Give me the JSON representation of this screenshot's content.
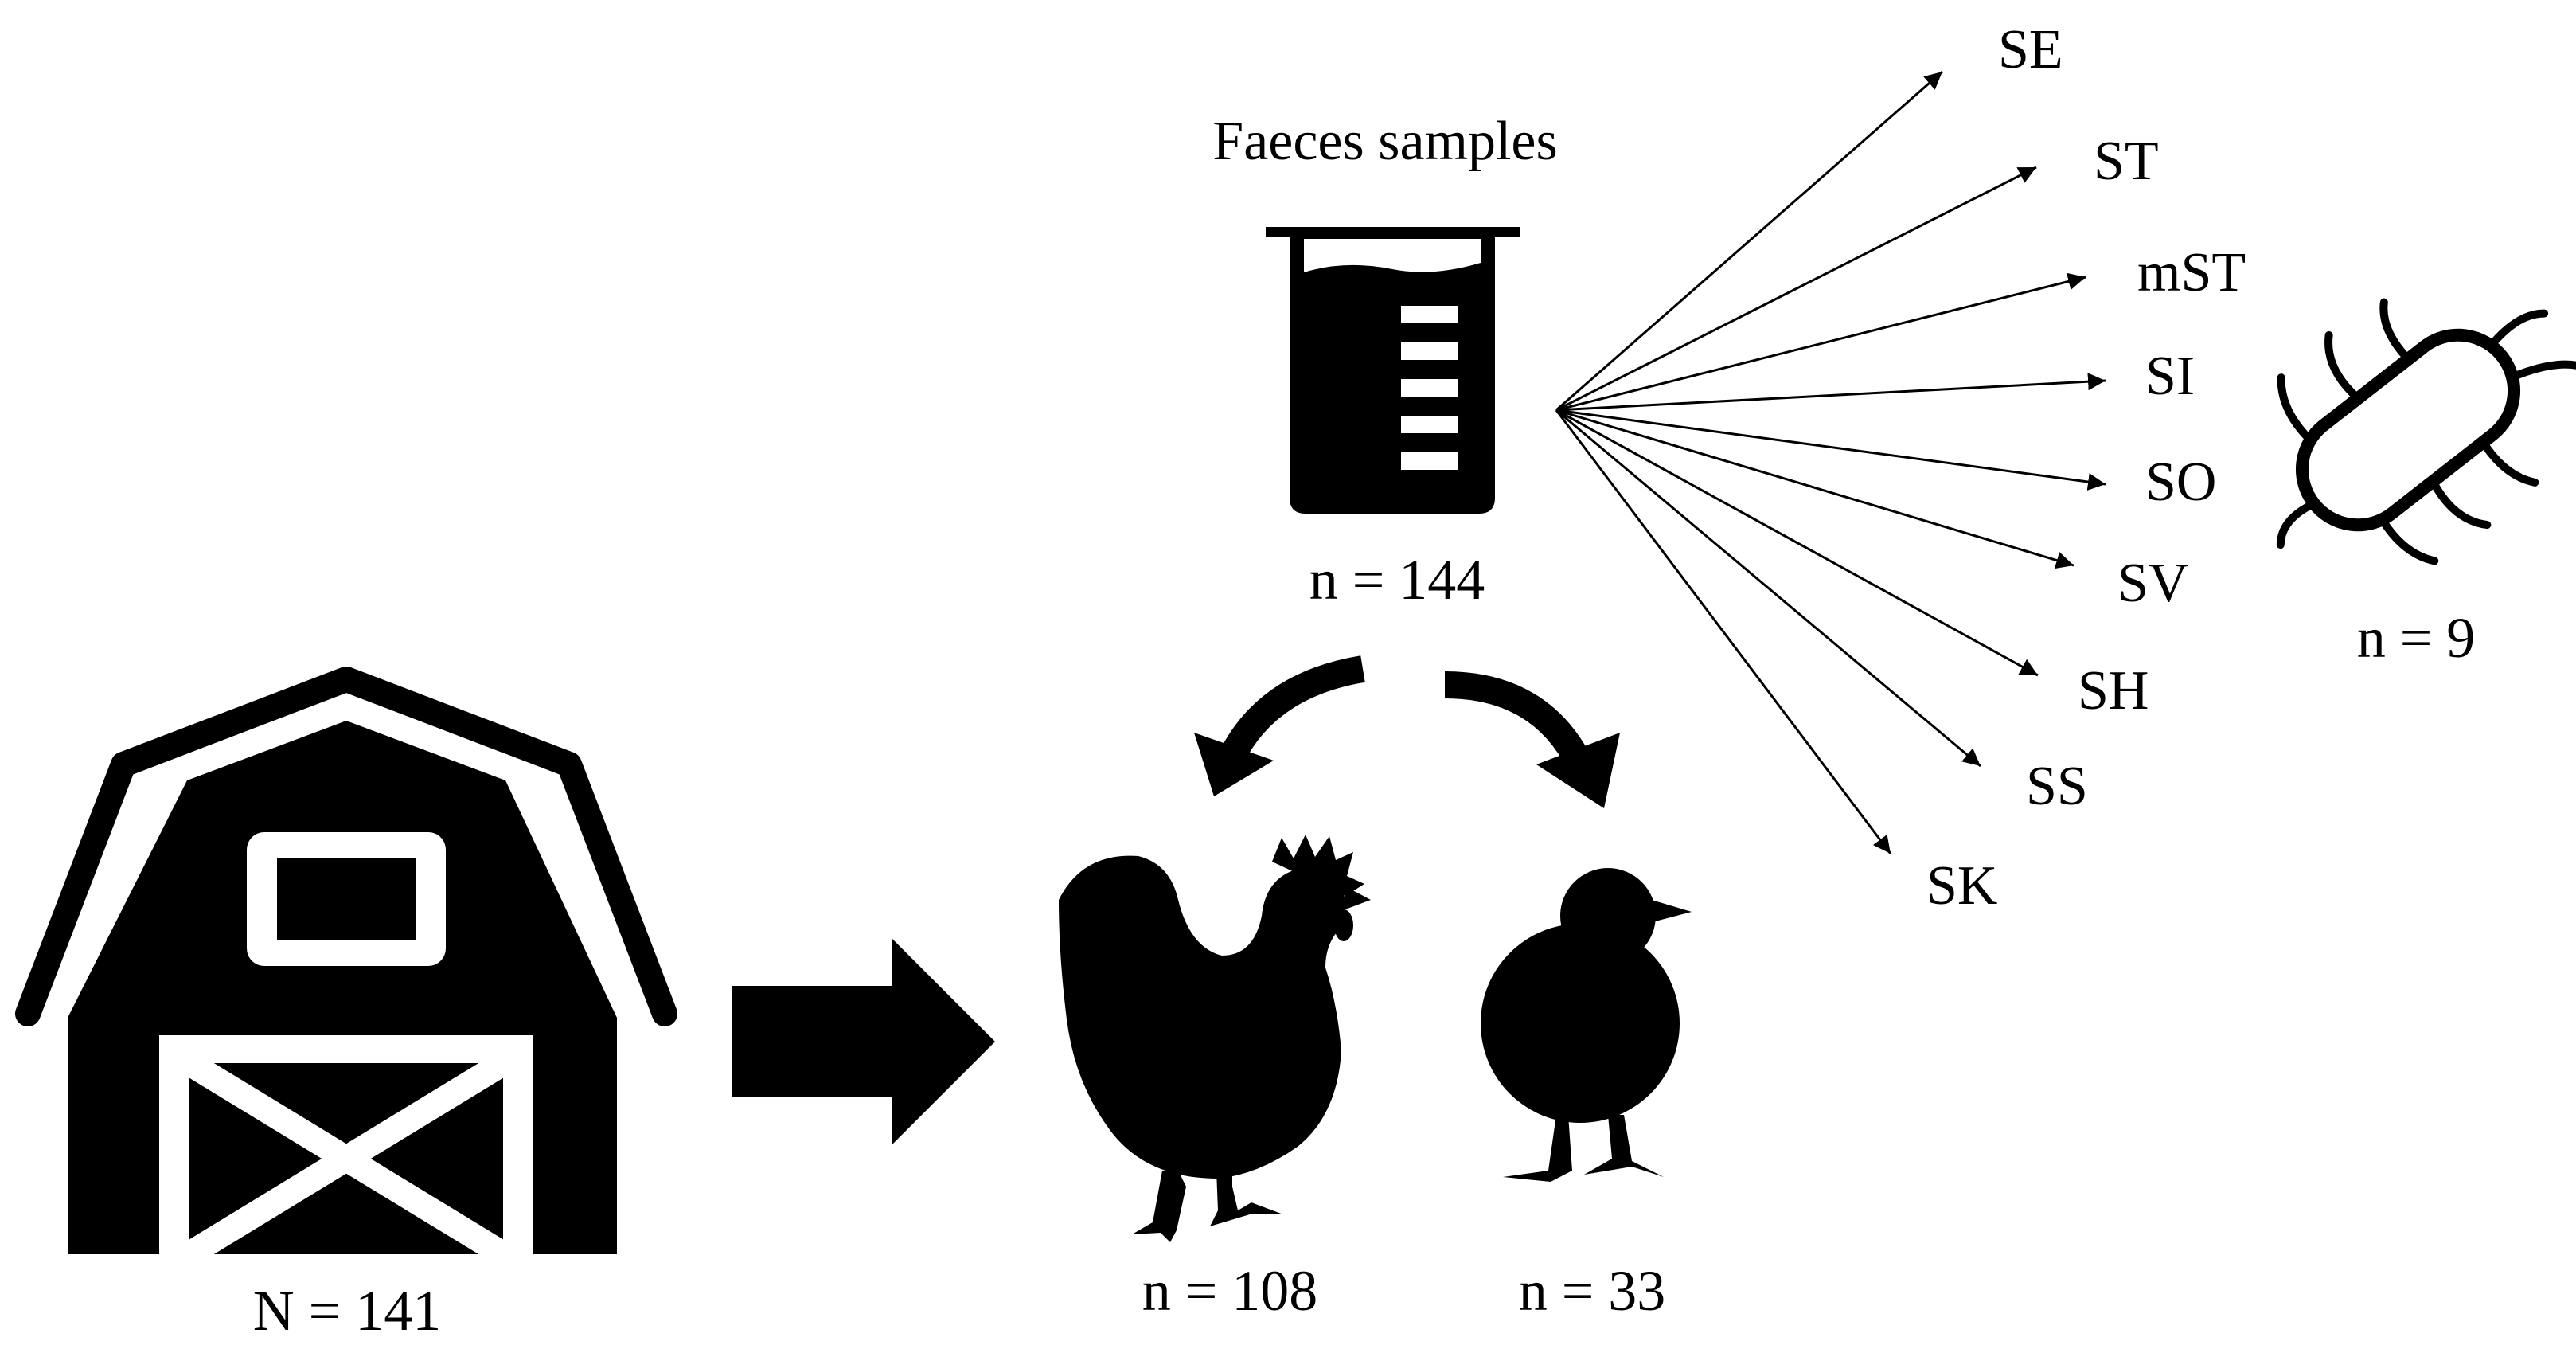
{
  "farm": {
    "icon": "barn-icon",
    "count": "N = 141"
  },
  "samples": {
    "title": "Faeces samples",
    "icon": "beaker-icon",
    "count": "n = 144"
  },
  "hens": {
    "icon": "hen-icon",
    "count": "n = 108"
  },
  "chicks": {
    "icon": "chick-icon",
    "count": "n = 33"
  },
  "serovars": [
    "SE",
    "ST",
    "mST",
    "SI",
    "SO",
    "SV",
    "SH",
    "SS",
    "SK"
  ],
  "bacteria": {
    "icon": "bacterium-icon",
    "count": "n = 9"
  },
  "colors": {
    "ink": "#000000",
    "background": "#ffffff"
  }
}
